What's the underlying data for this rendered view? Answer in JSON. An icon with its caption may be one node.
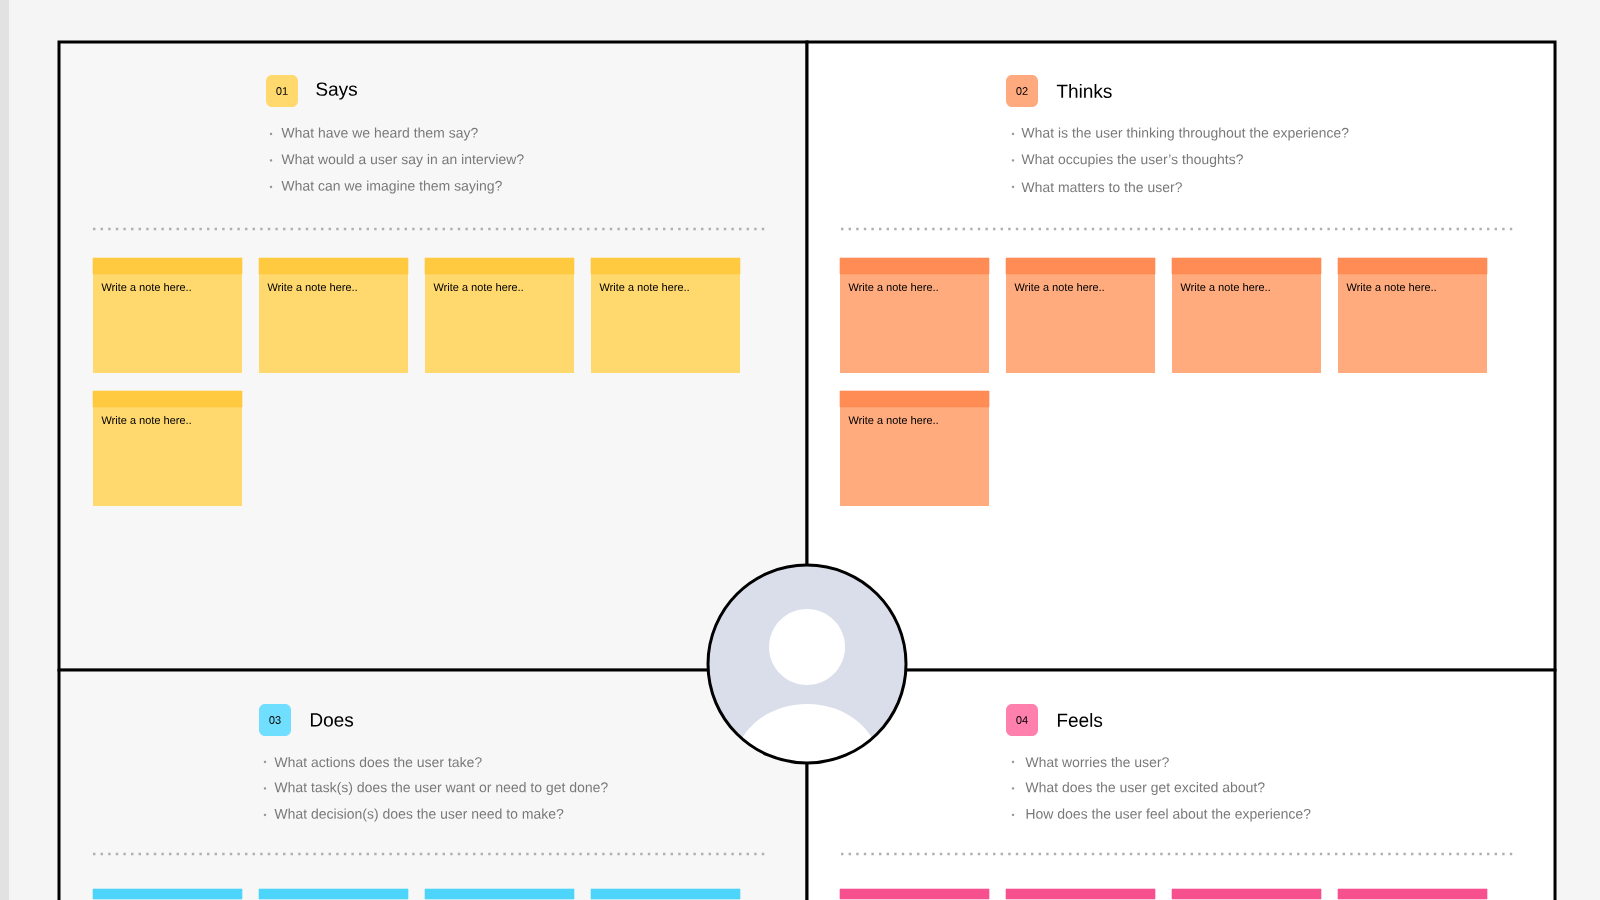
{
  "diagram": {
    "nodes": [
      {
        "text": [
          "Says",
          "What have we heard them say?",
          "What would a user say in an interview?",
          "What can we imagine them saying?"
        ]
      },
      {
        "text": [
          "01"
        ],
        "in": 0
      },
      {
        "text": [
          "Write a note here.."
        ],
        "in": 0
      },
      {
        "text": [
          "Write a note here.."
        ],
        "in": 0
      },
      {
        "text": [
          "Write a note here.."
        ],
        "in": 0
      },
      {
        "text": [
          "Write a note here.."
        ],
        "in": 0
      },
      {
        "text": [
          "Write a note here.."
        ],
        "in": 0
      },
      {
        "text": [
          "Thinks",
          "What is the user thinking throughout the experience?",
          "What occupies the user’s thoughts?",
          "What matters to the user?"
        ]
      },
      {
        "text": [
          "02"
        ],
        "in": 7
      },
      {
        "text": [
          "Write a note here.."
        ],
        "in": 7
      },
      {
        "text": [
          "Write a note here.."
        ],
        "in": 7
      },
      {
        "text": [
          "Write a note here.."
        ],
        "in": 7
      },
      {
        "text": [
          "Write a note here.."
        ],
        "in": 7
      },
      {
        "text": [
          "Write a note here.."
        ],
        "in": 7
      },
      {
        "text": [],
        "shape": "person"
      },
      {
        "text": [
          "Does",
          "What actions does the user take?",
          "What task(s) does the user want or need to get done?",
          "What decision(s) does the user need to make?"
        ]
      },
      {
        "text": [
          "03"
        ],
        "in": 15
      },
      {
        "text": [],
        "shape": "box",
        "in": 15
      },
      {
        "text": [],
        "shape": "box",
        "in": 15
      },
      {
        "text": [],
        "shape": "box",
        "in": 15
      },
      {
        "text": [],
        "shape": "box",
        "in": 15
      },
      {
        "text": [
          "Feels",
          "What worries the user?",
          "What does the user get excited about?",
          "How does the user feel about the experience?"
        ]
      },
      {
        "text": [
          "04"
        ],
        "in": 21
      },
      {
        "text": [],
        "shape": "box",
        "in": 21
      },
      {
        "text": [],
        "shape": "box",
        "in": 21
      },
      {
        "text": [],
        "shape": "box",
        "in": 21
      },
      {
        "text": [],
        "shape": "box",
        "in": 21
      }
    ]
  }
}
